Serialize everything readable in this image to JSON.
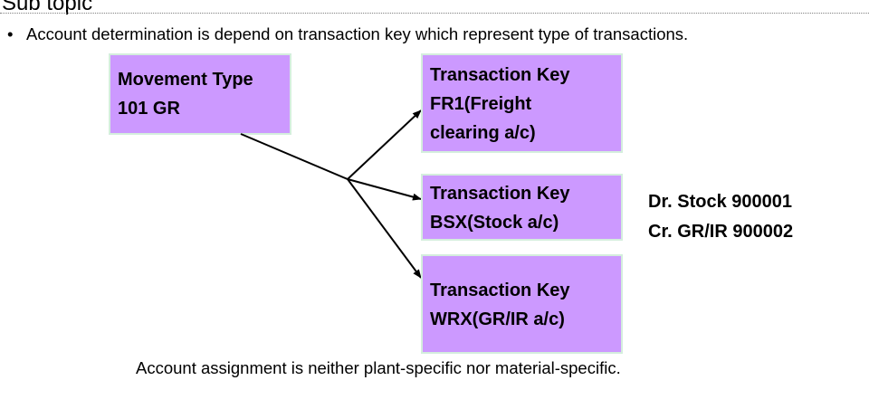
{
  "slide": {
    "title": "Sub topic",
    "bullet_glyph": "•",
    "bullet": "Account determination is depend on transaction key which represent type of transactions.",
    "footer": "Account assignment is neither plant-specific nor material-specific."
  },
  "diagram": {
    "source": {
      "line1": "Movement Type",
      "line2": "101  GR"
    },
    "targets": [
      {
        "line1": "Transaction Key",
        "line2": "FR1(Freight",
        "line3": "clearing a/c)"
      },
      {
        "line1": "Transaction Key",
        "line2": "BSX(Stock a/c)"
      },
      {
        "line1": "Transaction Key",
        "line2": "WRX(GR/IR a/c)"
      }
    ],
    "entries": {
      "debit": "Dr. Stock 900001",
      "credit": "Cr. GR/IR 900002"
    },
    "colors": {
      "box_fill": "#cc99ff",
      "box_border": "#d4eedd",
      "arrow": "#000000"
    }
  }
}
